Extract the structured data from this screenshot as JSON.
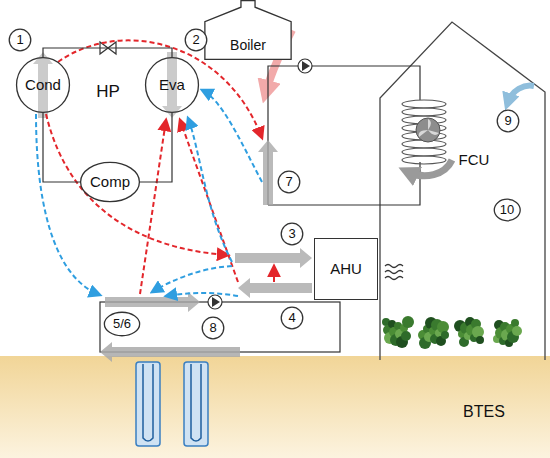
{
  "diagram": {
    "nodes": [
      {
        "text": [
          "Cond"
        ]
      },
      {
        "text": [
          "Eva"
        ]
      },
      {
        "text": [
          "Comp"
        ]
      },
      {
        "text": [
          "Boiler"
        ]
      },
      {
        "text": [
          "AHU"
        ]
      },
      {
        "text": [
          "1"
        ]
      },
      {
        "text": [
          "2"
        ]
      },
      {
        "text": [
          "3"
        ]
      },
      {
        "text": [
          "4"
        ]
      },
      {
        "text": [
          "5/6"
        ]
      },
      {
        "text": [
          "7"
        ]
      },
      {
        "text": [
          "8"
        ]
      },
      {
        "text": [
          "9"
        ]
      },
      {
        "text": [
          "10"
        ]
      }
    ],
    "edges": [
      {
        "from": 0,
        "to": 1,
        "arrow": "none"
      },
      {
        "from": 0,
        "to": 2,
        "arrow": "none"
      },
      {
        "from": 2,
        "to": 1,
        "arrow": "none"
      }
    ],
    "labels": [
      "HP",
      "FCU",
      "BTES"
    ]
  }
}
